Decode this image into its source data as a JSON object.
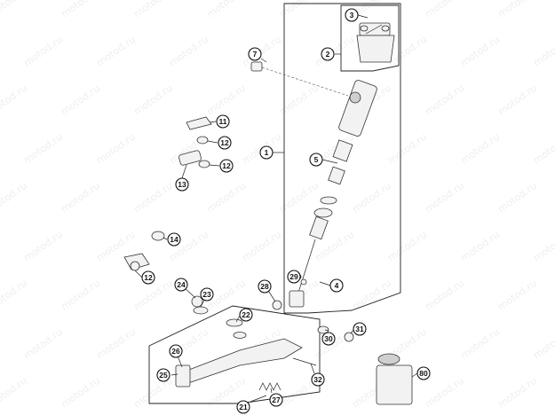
{
  "watermark": {
    "text": "motod.ru"
  },
  "callouts": [
    {
      "id": "1",
      "label": "1"
    },
    {
      "id": "2",
      "label": "2"
    },
    {
      "id": "3",
      "label": "3"
    },
    {
      "id": "4",
      "label": "4"
    },
    {
      "id": "5",
      "label": "5"
    },
    {
      "id": "7",
      "label": "7"
    },
    {
      "id": "11",
      "label": "11"
    },
    {
      "id": "12a",
      "label": "12"
    },
    {
      "id": "12b",
      "label": "12"
    },
    {
      "id": "12c",
      "label": "12"
    },
    {
      "id": "13",
      "label": "13"
    },
    {
      "id": "14",
      "label": "14"
    },
    {
      "id": "21",
      "label": "21"
    },
    {
      "id": "22",
      "label": "22"
    },
    {
      "id": "23",
      "label": "23"
    },
    {
      "id": "24",
      "label": "24"
    },
    {
      "id": "25",
      "label": "25"
    },
    {
      "id": "26",
      "label": "26"
    },
    {
      "id": "27",
      "label": "27"
    },
    {
      "id": "28",
      "label": "28"
    },
    {
      "id": "29",
      "label": "29"
    },
    {
      "id": "30",
      "label": "30"
    },
    {
      "id": "31",
      "label": "31"
    },
    {
      "id": "32",
      "label": "32"
    },
    {
      "id": "80",
      "label": "80"
    }
  ],
  "colors": {
    "line": "#111111",
    "background": "#ffffff",
    "part_fill": "#f2f2f2"
  }
}
